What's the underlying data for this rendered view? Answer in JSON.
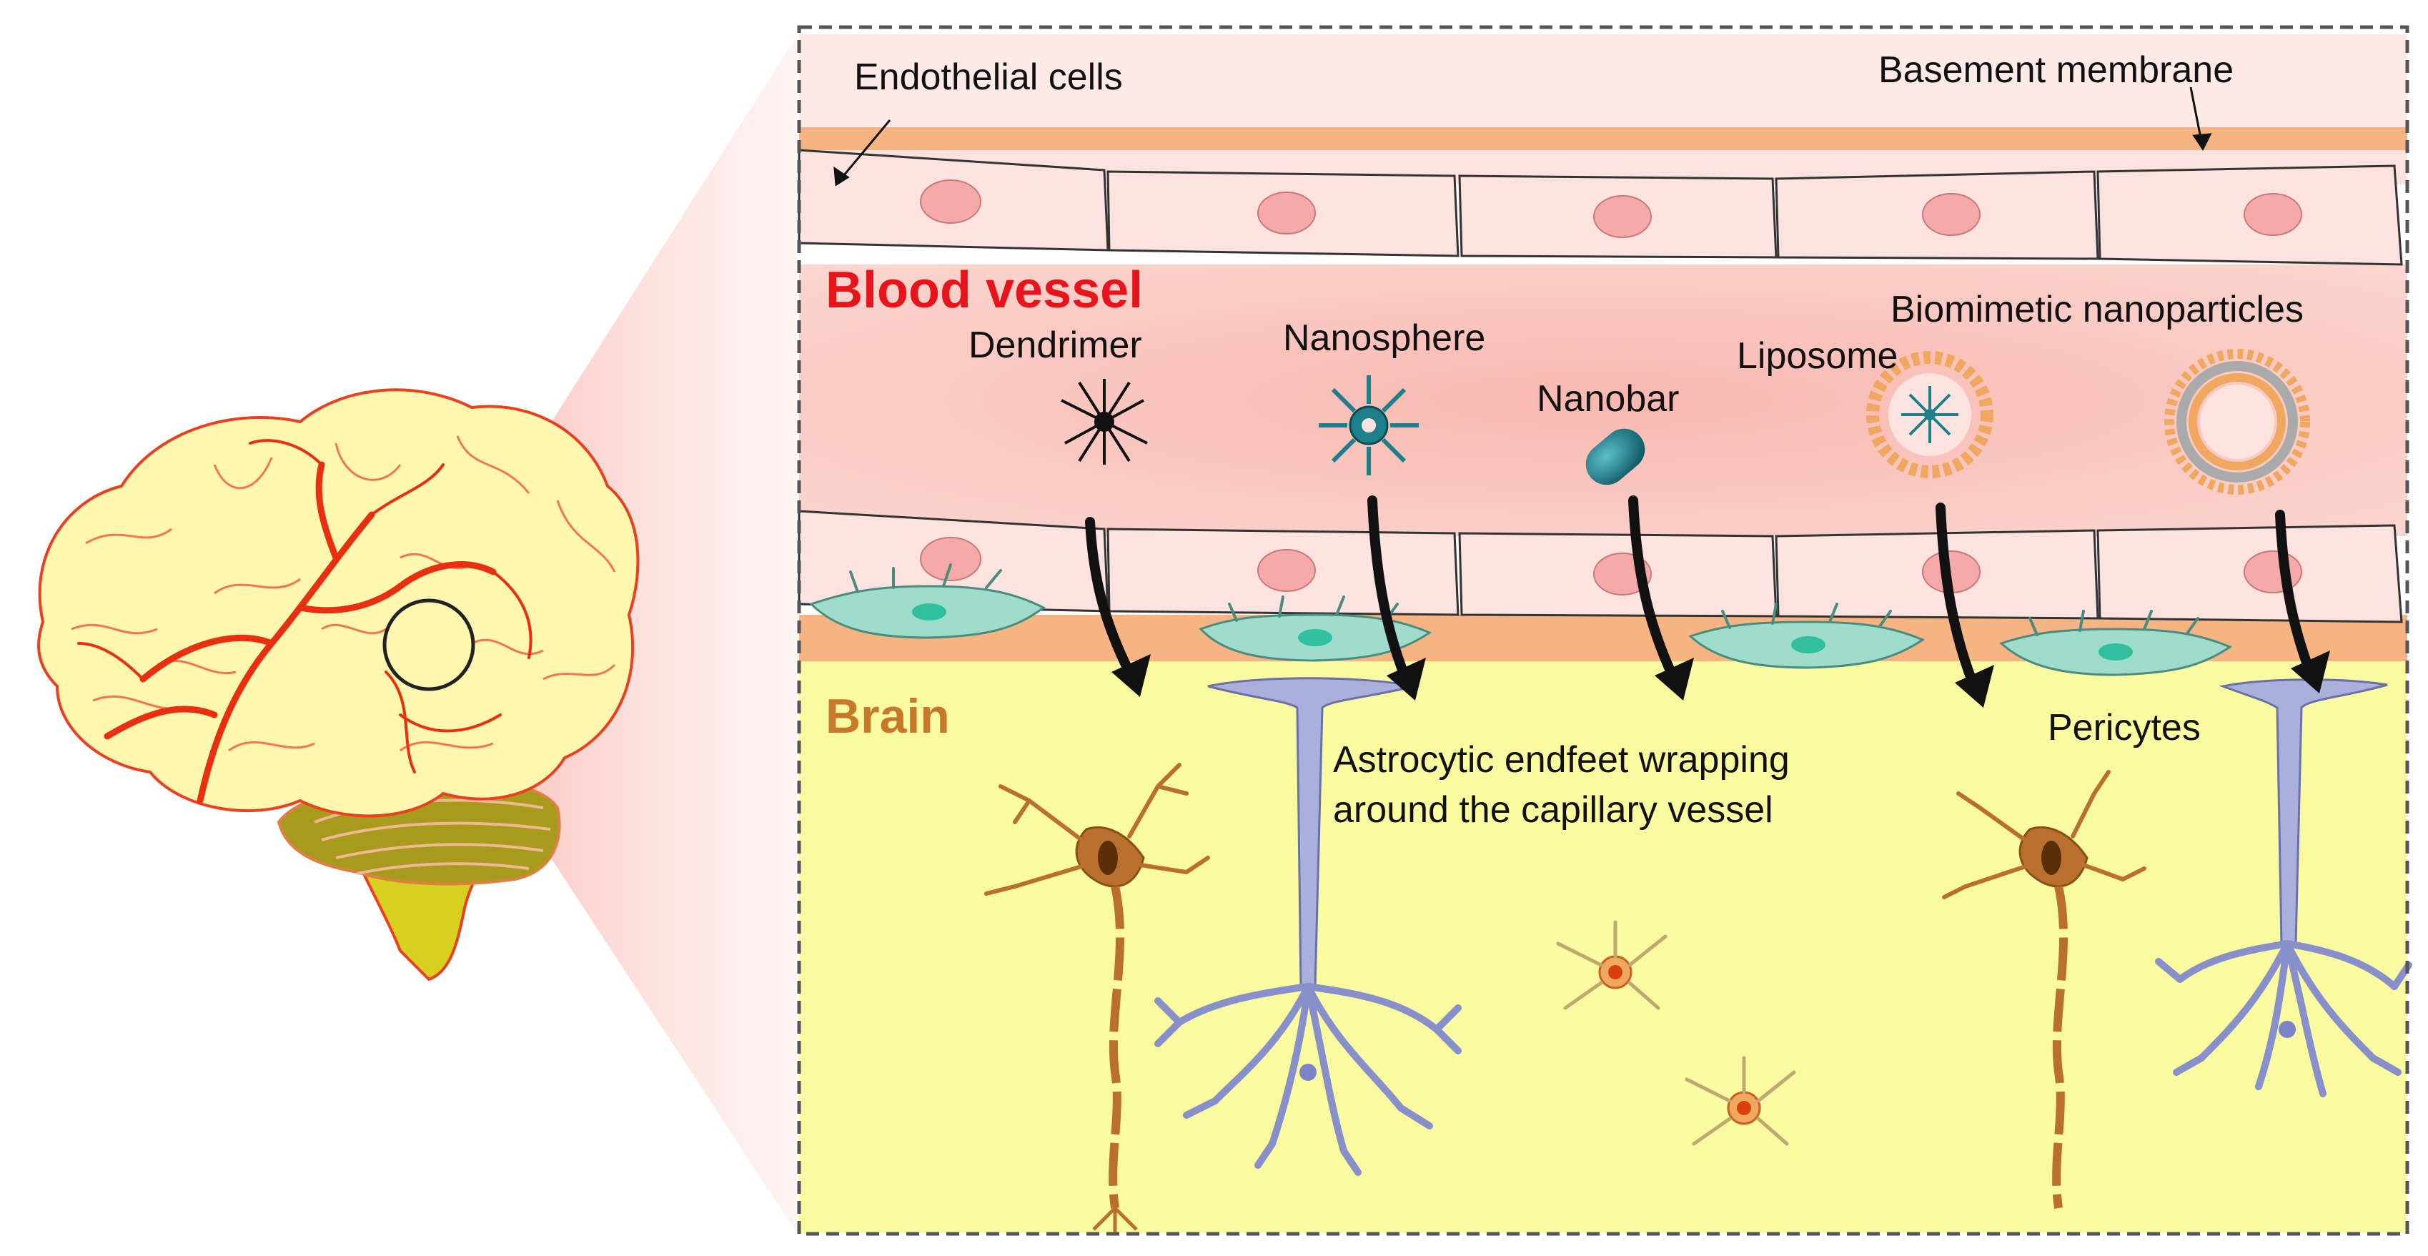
{
  "labels": {
    "endothelial_cells": "Endothelial cells",
    "basement_membrane": "Basement membrane",
    "blood_vessel": "Blood vessel",
    "dendrimer": "Dendrimer",
    "nanosphere": "Nanosphere",
    "nanobar": "Nanobar",
    "liposome": "Liposome",
    "biomimetic_nanoparticles": "Biomimetic nanoparticles",
    "brain": "Brain",
    "astrocytic_line1": "Astrocytic endfeet wrapping",
    "astrocytic_line2": "around the capillary vessel",
    "pericytes": "Pericytes"
  },
  "colors": {
    "blood_vessel_label": "#e8141c",
    "brain_label": "#c8782a",
    "brain_region": "#fafaa0",
    "basement_membrane": "#f6b483",
    "endothelial": "#fce3df",
    "nucleus": "#f5a9a9",
    "pericyte": "#9fdccc",
    "astrocyte": "#aab0dc",
    "neuron": "#b8702c",
    "nanoparticle": "#1d7f8a",
    "liposome_ring": "#f0a860",
    "brain_organ": "#fff8b0",
    "cerebellum": "#b0a020",
    "vessels": "#e83010"
  }
}
